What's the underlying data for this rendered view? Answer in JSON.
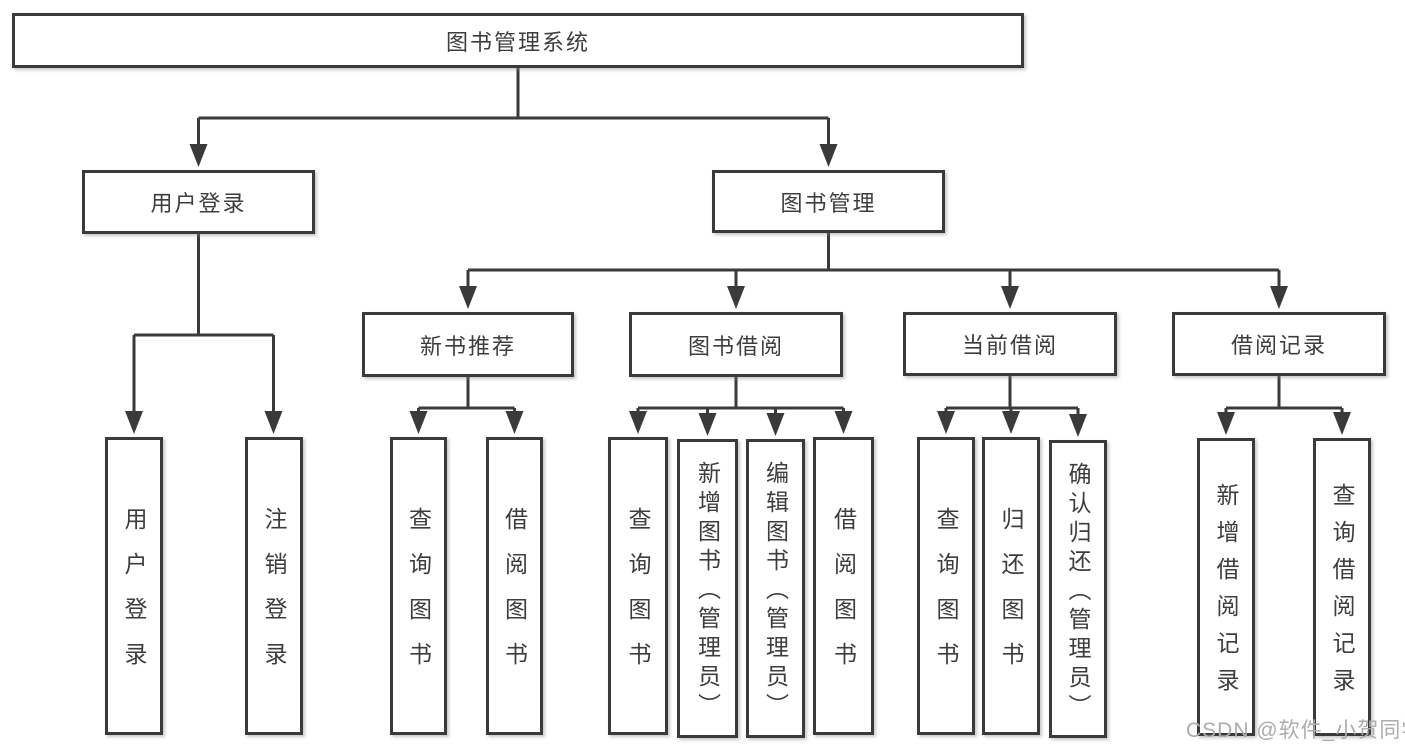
{
  "tree": {
    "label": "图书管理系统",
    "children": [
      {
        "label": "用户登录",
        "children": [
          {
            "label": "用户登录"
          },
          {
            "label": "注销登录"
          }
        ]
      },
      {
        "label": "图书管理",
        "children": [
          {
            "label": "新书推荐",
            "children": [
              {
                "label": "查询图书"
              },
              {
                "label": "借阅图书"
              }
            ]
          },
          {
            "label": "图书借阅",
            "children": [
              {
                "label": "查询图书"
              },
              {
                "label": "新增图书（管理员）"
              },
              {
                "label": "编辑图书（管理员）"
              },
              {
                "label": "借阅图书"
              }
            ]
          },
          {
            "label": "当前借阅",
            "children": [
              {
                "label": "查询图书"
              },
              {
                "label": "归还图书"
              },
              {
                "label": "确认归还（管理员）"
              }
            ]
          },
          {
            "label": "借阅记录",
            "children": [
              {
                "label": "新增借阅记录"
              },
              {
                "label": "查询借阅记录"
              }
            ]
          }
        ]
      }
    ]
  },
  "watermark": {
    "text": "CSDN @软件_小贺同学"
  },
  "colors": {
    "line": "#3a3a3a",
    "box_border": "#3a3a3a",
    "text": "#3d3d3d",
    "watermark": "#acacac",
    "background": "#ffffff"
  }
}
